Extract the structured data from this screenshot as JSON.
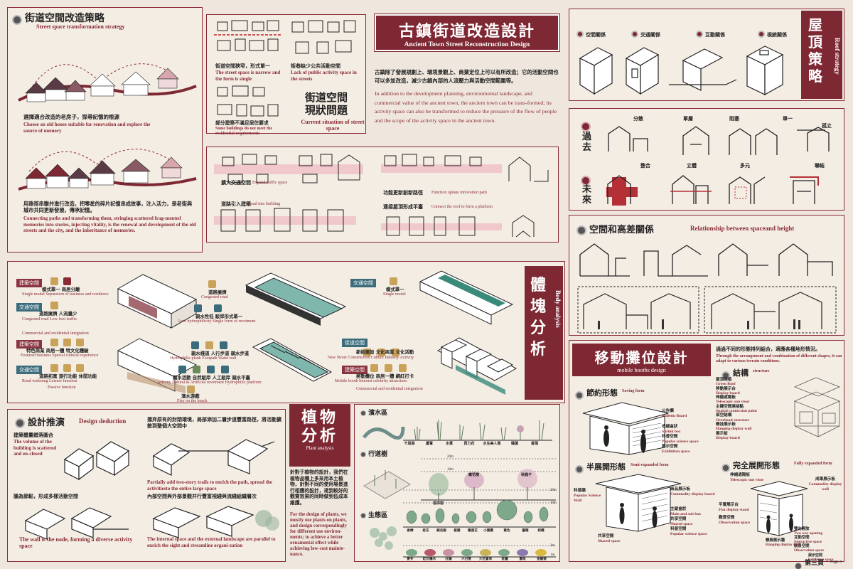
{
  "main": {
    "title_cn": "古鎮街道改造設計",
    "title_en": "Ancient Town Street Reconstruction Design",
    "intro_cn": "古鎮除了發展規劃上、環境景觀上、商業定位上可以有所改造；它的活動空間也可以多加改造，減少古鎮內部的人流壓力與活動空間範圍等。",
    "intro_en": "In addition to the development planning, environmental landscape, and commercial value of the ancient town, the ancient town can be trans-formed; its activity space can also be transformed to reduce the pressure of the flow of people and the scope of the activity space in the ancient town."
  },
  "strategy": {
    "title_cn": "街道空間改造策略",
    "title_en": "Street space transformation strategy",
    "text1_cn": "選擇適合改造的老房子，探尋記憶的根源",
    "text1_en": "Choose an old house suitable for renovation and explore the source of memory",
    "text2_cn": "用路徑串聯并進行改造，把零星的碎片記憶串成故事，注入活力，是老街與城市共同更新發展，傳承記憶。",
    "text2_en": "Connecting paths and transforming them, stringing scattered frag-mented memories into stories, injecting vitality, is the renewal and development of the old streets and the city, and the inheritance of memories."
  },
  "status": {
    "title_cn1": "街道空間",
    "title_cn2": "現狀問題",
    "title_en": "Current situation of street space",
    "p1_cn": "街道空間狹窄，形式單一",
    "p1_en": "The street space is narrow and the form is single",
    "p2_cn": "街巷缺少公共活動空間",
    "p2_en": "Lack of public activity space in the streets",
    "p3_cn": "部分建築不滿足居住要求",
    "p3_en": "Some buildings do not meet the residential requirements"
  },
  "path": {
    "l1_cn": "擴大交通空間",
    "l1_en": "Expand traffic space",
    "l2_cn": "功能更新創新路徑",
    "l2_en": "Function update innovation path",
    "l3_cn": "道路引入建築",
    "l3_en": "Road into building",
    "l4_cn": "連接屋頂形成平臺",
    "l4_en": "Connect the roof to form a platform"
  },
  "roof": {
    "title_cn": "屋頂策略",
    "title_en": "Roof strategy",
    "types": [
      "空間關係",
      "交通關係",
      "互動關係",
      "視統關係"
    ],
    "past": "過去",
    "future": "未來",
    "past_labels": [
      "分散",
      "單層",
      "阻塞",
      "單一",
      "孤立"
    ],
    "future_labels": [
      "整合",
      "立體",
      "多元",
      "聯結"
    ]
  },
  "height": {
    "title_cn": "空間和高差關係",
    "title_en": "Relationship between spaceand height"
  },
  "body": {
    "title_cn": "體塊分析",
    "title_en": "Body analysis",
    "tags": [
      "建築空間",
      "交通空間",
      "交通空間",
      "建築空間",
      "交通空間",
      "街道空間",
      "建築空間"
    ],
    "r1_cn": "模式單一 商居分離",
    "r1_en": "Single model   Separation of business and residence",
    "r2_cn": "道路擁擠 人流量少",
    "r2_en": "Congested road   Low foot traffic",
    "r3_cn": "道路擁擠",
    "r3_en": "Congested road",
    "r4_cn": "親水性低 駁岸形式單一",
    "r4_en": "Low hydrophilicity   Single form of revetment",
    "r5_cn": "模式單一",
    "r5_en": "Single model",
    "r6_en": "Commercial and residential integration",
    "r7_cn": "特色商業 商居一體 特文化體驗",
    "r7_en": "Featured business   Special cultural experience",
    "r8_cn": "道路拓寬 遊行功能 休閒功能",
    "r8_en": "Road widening   Leisure function",
    "r8b_en": "Passive function",
    "r9_cn": "親水棧道 人行步道 親水步道",
    "r9_en": "Hydrophilic plank   Footpath   Water trail",
    "r10_cn": "親水活動 自然駁岸 人工駁岸 親水平臺",
    "r10_en": "Activity   Natural & Artificial revetment   Hydrophilic platform",
    "r10b_cn": "濱水游戲",
    "r10b_en": "Play on the beach",
    "r11_cn": "新街建設 文化商業 文化活動",
    "r11_en": "New Street Construction   Culture Industry   Activity",
    "r12_cn": "移動攤位 商居一體 網紅打卡",
    "r12_en": "Mobile booth   Internet celebrity attractions",
    "r12b_en": "Commercial and residential integration"
  },
  "deduction": {
    "title_cn": "設計推演",
    "title_en": "Design deduction",
    "t1_cn": "建築體量錯落圍合",
    "t1_en": "The volume of the building is scattered and en-closed",
    "t2_cn": "擋弃原有的封閉環境，局部添加二層步道豐富路徑，將活動擴散到整個大空間中",
    "t2_en": "Partially add two-story trails to enrich the path, spread the activitiesto the entire large space",
    "t3_cn": "牆為節點，形成多樣活動空間",
    "t3_en": "The wall is the node, forming a diverse activity space",
    "t4_cn": "內部空間與外部景觀并行豐富視綫與流綫組織層次",
    "t4_en": "The internal space and the external landscape are parallel to enrich the sight and streamline organi-zation"
  },
  "plant": {
    "title_cn1": "植物",
    "title_cn2": "分析",
    "title_en": "Plant analysis",
    "desc_cn": "針對于植物的設計，我們在植物品種上多采用本土植物，針對不同的使用場景進行相應的設計，達到較好的觀賞效果的同時做到低成本維護。",
    "desc_en": "For the design of plants, we mostly use plants on plants, and design correspondingly for different use environ-ments; to achieve a better ornamental effect while achieving low-cost mainte-nance.",
    "s1": "濱水區",
    "s1_items": [
      "千屈菜",
      "蘆葦",
      "水蔥",
      "再力花",
      "水生美人蕉",
      "睡蓮",
      "香蒲"
    ],
    "s2": "行道樹",
    "s2_items": [
      "香樟樹",
      "欒花樹",
      "秋楓子"
    ],
    "s2_h": [
      "20m",
      "10m"
    ],
    "s3": "生態區",
    "s3_items": [
      "香樟",
      "桂花",
      "銀杏樹",
      "紫藤",
      "雞蛋花",
      "小葉欖",
      "黃色",
      "薔薇",
      "棕櫚"
    ],
    "s3_items2": [
      "麥冬",
      "紅花檵木",
      "杜鵑",
      "六月雪",
      "大花萱草",
      "金鐘",
      "鳶尾",
      "金雞菊"
    ],
    "s3_h": [
      "20m",
      "10m",
      "2m",
      "1m"
    ]
  },
  "booth": {
    "title_cn": "移動攤位設計",
    "title_en": "mobile booths design",
    "desc_cn": "通過不同的形態排列組合，適應各種地形情況。",
    "desc_en": "Through the arrangement and combination of different shapes, it can adapt to various terrain conditions.",
    "struct_cn": "結構",
    "struct_en": "structure",
    "struct_items": [
      "屋頂綠植",
      "Green Roof",
      "移動展示台",
      "Display board",
      "伸縮遮陽板",
      "Telescopic sun visor",
      "主鏈空間連接點",
      "Spatial connection point",
      "架空結構",
      "Overhead structure",
      "懸挂展示板",
      "Hanging display wall",
      "展示板",
      "Display board"
    ],
    "save_cn": "節約形態",
    "save_en": "Saving form",
    "save_items": [
      "公告欄",
      "Bulletin Board",
      "收縮盒狀",
      "Shrink box",
      "科普空間",
      "Popular science space",
      "展示空間",
      "Exhibition space"
    ],
    "semi_cn": "半展開形態",
    "semi_en": "Semi-expanded form",
    "semi_items": [
      "科普牆",
      "Popular Science Wall",
      "共享空間",
      "Shared space",
      "商品展示板",
      "Commodity display board",
      "主副盒狀",
      "Main and sub box",
      "共享空間",
      "Shared space",
      "科普空間",
      "Popular science space"
    ],
    "full_cn": "完全展開形態",
    "full_en": "Fully expanded form",
    "full_items": [
      "伸縮遮陽板",
      "Telescopic sun visor",
      "成果展示板",
      "Commodity display wall",
      "平置展示台",
      "Flat display stand",
      "觀景空間",
      "Observation space",
      "懸掛展示牆",
      "Hanging display wall",
      "雙向開放",
      "Two way opening",
      "互動空間",
      "Interactive space",
      "觀景空間",
      "Observation space",
      "展示空間",
      "Exhibition space"
    ]
  },
  "footer": {
    "page_cn": "第三頁",
    "page_en": "Page 3"
  }
}
